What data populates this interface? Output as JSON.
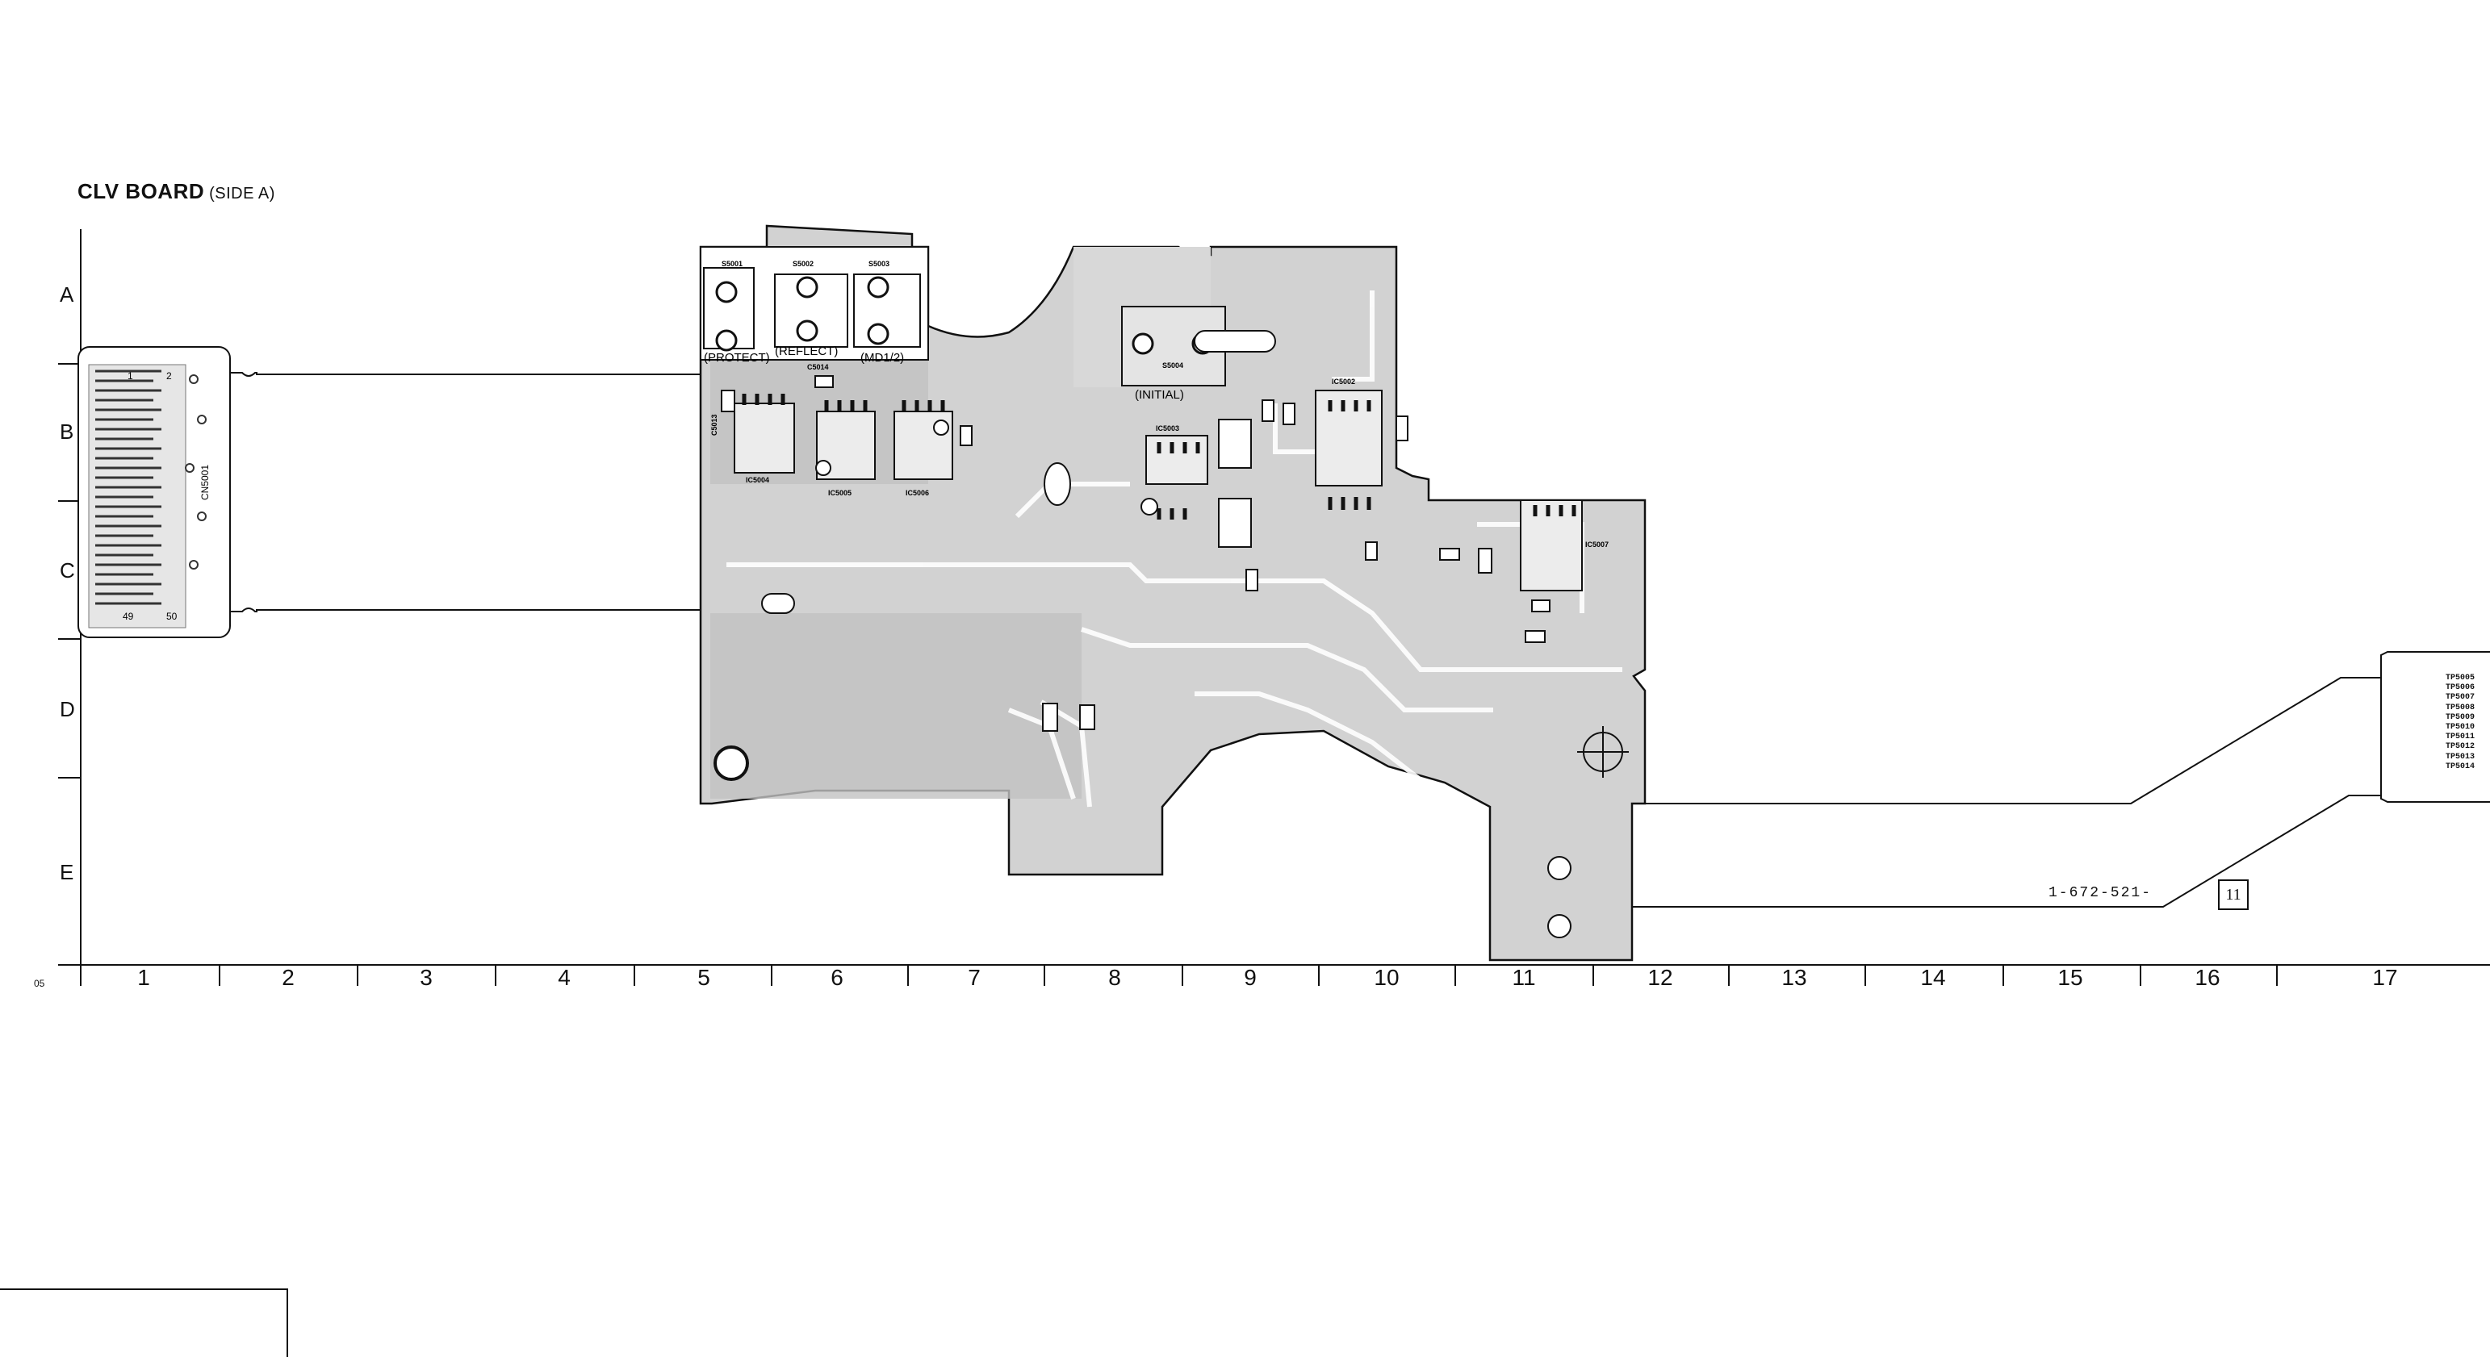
{
  "board": {
    "title": "CLV BOARD",
    "side": "(SIDE A)",
    "part_number": "1-672-521-",
    "ref_box": "11",
    "margin_code": "05"
  },
  "rows": [
    "A",
    "B",
    "C",
    "D",
    "E"
  ],
  "columns": [
    "1",
    "2",
    "3",
    "4",
    "5",
    "6",
    "7",
    "8",
    "9",
    "10",
    "11",
    "12",
    "13",
    "14",
    "15",
    "16",
    "17"
  ],
  "switches": {
    "protect": "(PROTECT)",
    "reflect": "(REFLECT)",
    "md12": "(MD1/2)",
    "initial": "(INITIAL)"
  },
  "components": {
    "s5001": "S5001",
    "s5002": "S5002",
    "s5003": "S5003",
    "s5004": "S5004",
    "ic5004": "IC5004",
    "ic5005": "IC5005",
    "ic5006": "IC5006",
    "ic5002": "IC5002",
    "ic5003": "IC5003",
    "ic5007": "IC5007",
    "c5014": "C5014",
    "c5013": "C5013",
    "cn5001": "CN5001",
    "pin49": "49",
    "pin50": "50",
    "pin1": "1",
    "pin2": "2"
  },
  "test_points": [
    "TP5005",
    "TP5006",
    "TP5007",
    "TP5008",
    "TP5009",
    "TP5010",
    "TP5011",
    "TP5012",
    "TP5013",
    "TP5014"
  ]
}
